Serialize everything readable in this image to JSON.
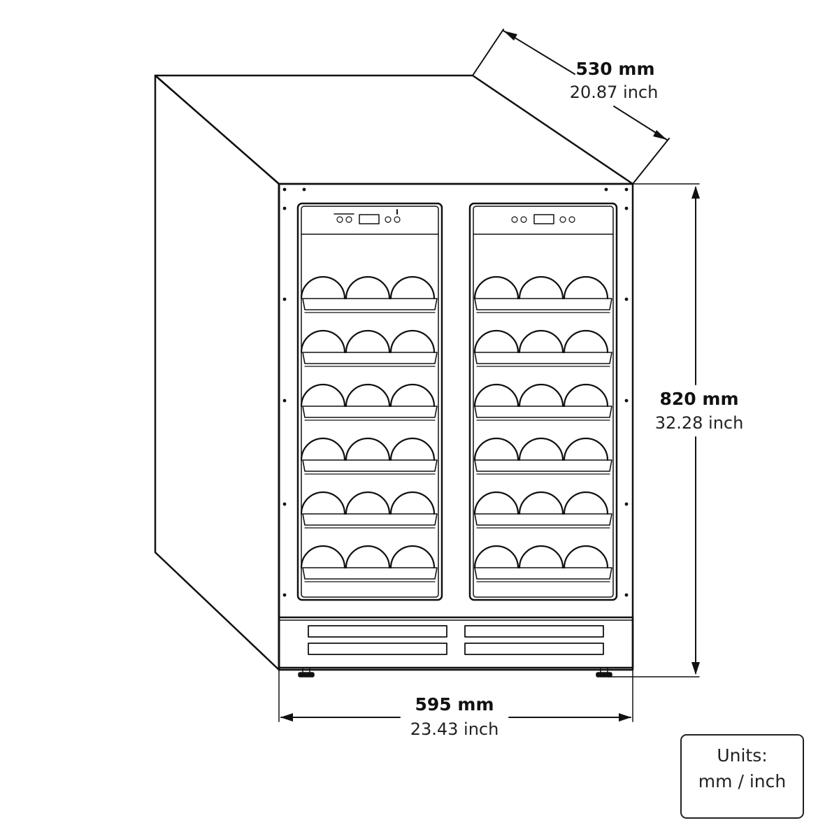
{
  "dimensions": {
    "depth": {
      "mm": "530 mm",
      "inch": "20.87 inch"
    },
    "height": {
      "mm": "820 mm",
      "inch": "32.28 inch"
    },
    "width": {
      "mm": "595 mm",
      "inch": "23.43 inch"
    }
  },
  "units_box": {
    "title": "Units:",
    "value": "mm / inch"
  },
  "appliance": {
    "doors": 2,
    "shelves_per_door": 6,
    "bottles_per_shelf": 3,
    "vent_slots": 4,
    "leveling_feet": 2
  },
  "colors": {
    "line": "#111111",
    "background": "#ffffff"
  }
}
